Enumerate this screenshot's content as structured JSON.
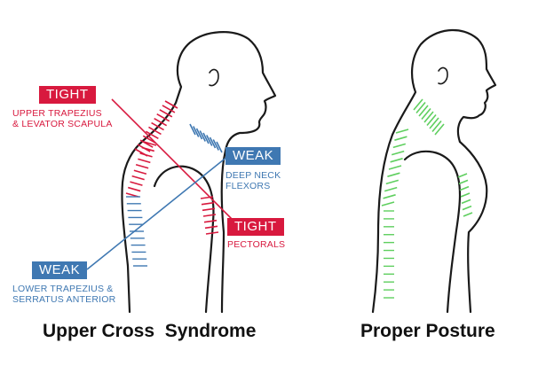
{
  "colors": {
    "tight": "#d8193e",
    "weak": "#3f78b2",
    "proper": "#5fcf5f",
    "outline": "#1a1a1a"
  },
  "labels": {
    "tight_upper": {
      "tag": "TIGHT",
      "text": "UPPER TRAPEZIUS\n& LEVATOR SCAPULA"
    },
    "weak_neck": {
      "tag": "WEAK",
      "text": "DEEP NECK\nFLEXORS"
    },
    "tight_pectorals": {
      "tag": "TIGHT",
      "text": "PECTORALS"
    },
    "weak_lower": {
      "tag": "WEAK",
      "text": "LOWER TRAPEZIUS &\nSERRATUS ANTERIOR"
    }
  },
  "captions": {
    "left": "Upper Cross  Syndrome",
    "right": "Proper Posture"
  }
}
